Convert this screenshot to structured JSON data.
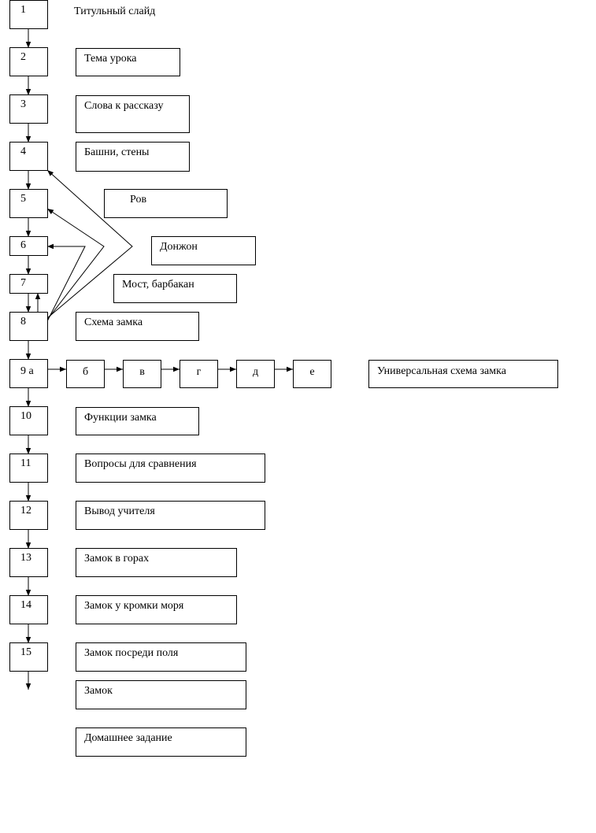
{
  "slides": [
    {
      "num": "1",
      "label": "Титульный слайд"
    },
    {
      "num": "2",
      "label": "Тема урока"
    },
    {
      "num": "3",
      "label": "Слова к рассказу"
    },
    {
      "num": "4",
      "label": "Башни, стены"
    },
    {
      "num": "5",
      "label": "Ров"
    },
    {
      "num": "6",
      "label": "Донжон"
    },
    {
      "num": "7",
      "label": "Мост, барбакан"
    },
    {
      "num": "8",
      "label": "Схема замка"
    },
    {
      "num": "9 а",
      "label": "Универсальная схема замка"
    },
    {
      "num": "10",
      "label": "Функции замка"
    },
    {
      "num": "11",
      "label": "Вопросы для сравнения"
    },
    {
      "num": "12",
      "label": "Вывод учителя"
    },
    {
      "num": "13",
      "label": "Замок в горах"
    },
    {
      "num": "14",
      "label": "Замок у кромки моря"
    },
    {
      "num": "15",
      "label": "Замок посреди поля"
    }
  ],
  "sub_slides": [
    "б",
    "в",
    "г",
    "д",
    "е"
  ],
  "extra_boxes": [
    "Замок",
    "Домашнее задание"
  ]
}
